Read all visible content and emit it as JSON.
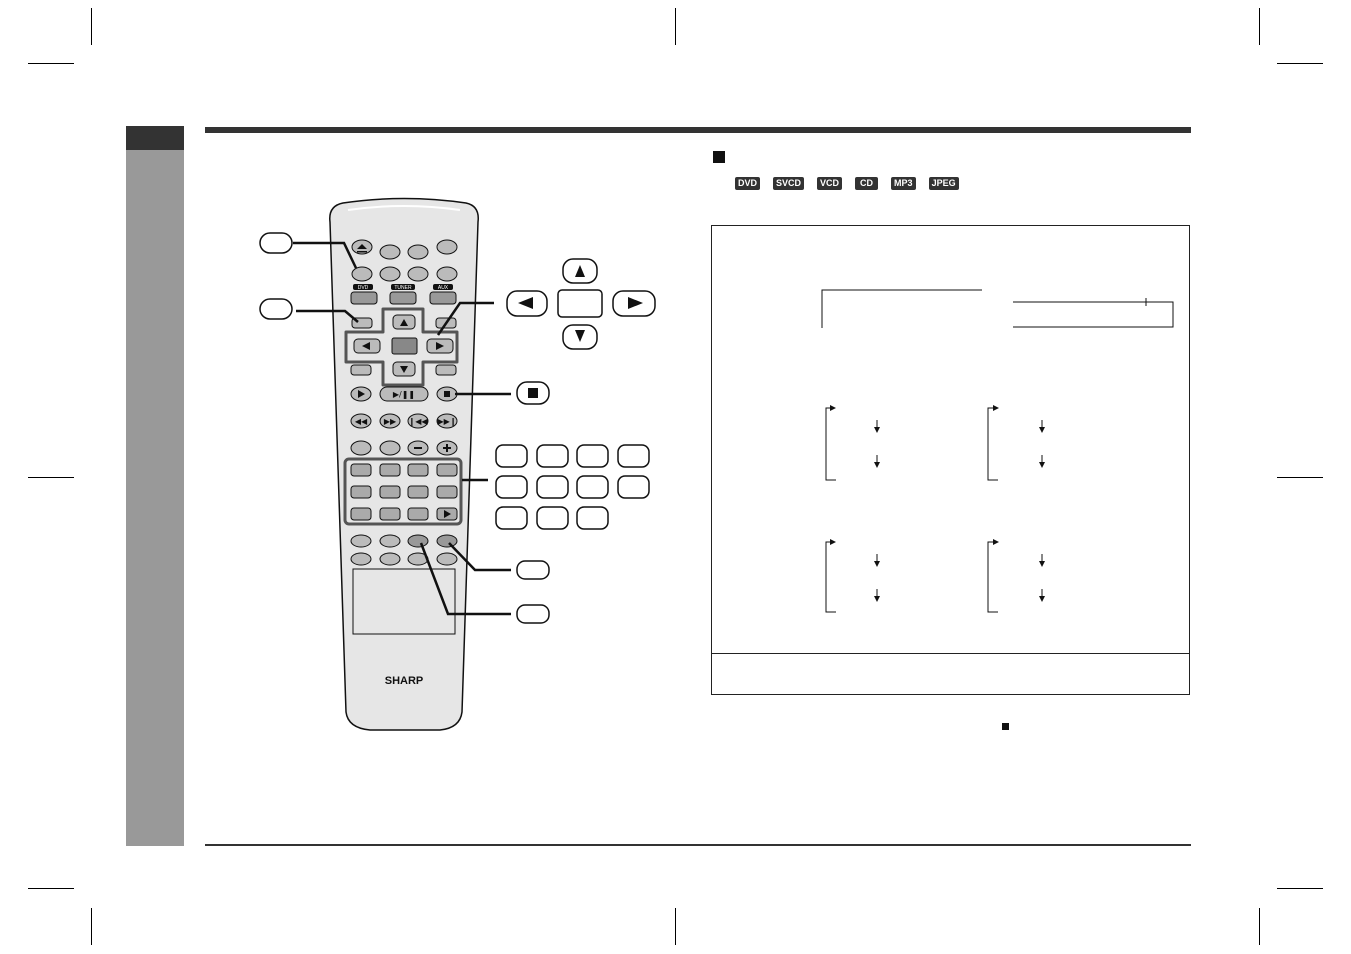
{
  "disc_badges": [
    "DVD",
    "SVCD",
    "VCD",
    "CD",
    "MP3",
    "JPEG"
  ],
  "remote": {
    "brand": "SHARP",
    "source_labels": [
      "DVD",
      "TUNER",
      "AUX"
    ]
  },
  "colors": {
    "side_tab": "#999999",
    "rule": "#333333",
    "remote_body": "#e6e6e6"
  },
  "icons": [
    "eject-icon",
    "stop-icon",
    "up-arrow-icon",
    "down-arrow-icon",
    "left-arrow-icon",
    "right-arrow-icon",
    "play-pause-icon",
    "rewind-icon",
    "fast-forward-icon",
    "skip-back-icon",
    "skip-forward-icon",
    "minus-icon",
    "plus-icon"
  ]
}
